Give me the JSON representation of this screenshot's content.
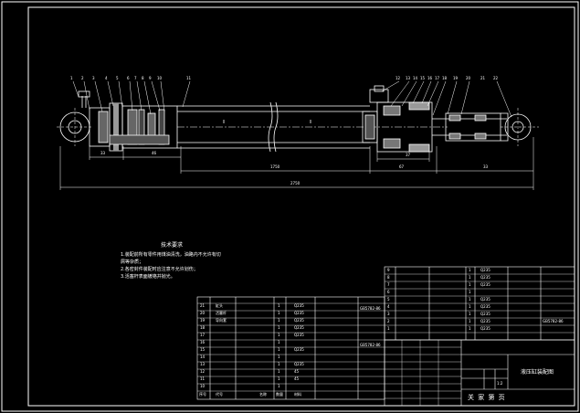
{
  "drawing": {
    "part_balloons": [
      "1",
      "2",
      "3",
      "4",
      "5",
      "6",
      "7",
      "8",
      "9",
      "10",
      "11",
      "12",
      "13",
      "14",
      "15",
      "16",
      "17",
      "18",
      "19",
      "20",
      "21",
      "22"
    ],
    "dimensions": {
      "overall_length": "2750",
      "stroke": "1750",
      "left_end": "33",
      "left_piston": "46",
      "right_section": "67",
      "right_end": "33",
      "rod_section": "37"
    }
  },
  "technical_notes": {
    "title": "技术要求",
    "lines": [
      "1.装配前所有零件用煤油清洗，油路内不允许有切",
      "  屑等杂质；",
      "2.各密封件装配时应注意不允许划伤；",
      "3.活塞杆表面镀铬并抛光。"
    ]
  },
  "bom_left": {
    "rows": [
      {
        "no": "21",
        "std": "",
        "name": "缸头",
        "qty": "1",
        "material": "Q235"
      },
      {
        "no": "20",
        "std": "",
        "name": "活塞杆",
        "qty": "1",
        "material": "Q235"
      },
      {
        "no": "19",
        "std": "",
        "name": "导向套",
        "qty": "1",
        "material": "Q235"
      },
      {
        "no": "18",
        "std": "",
        "name": "",
        "qty": "1",
        "material": "Q235"
      },
      {
        "no": "17",
        "std": "",
        "name": "",
        "qty": "1",
        "material": "Q235"
      },
      {
        "no": "16",
        "std": "",
        "name": "",
        "qty": "1",
        "material": ""
      },
      {
        "no": "15",
        "std": "",
        "name": "",
        "qty": "1",
        "material": "Q235"
      },
      {
        "no": "14",
        "std": "",
        "name": "",
        "qty": "1",
        "material": ""
      },
      {
        "no": "13",
        "std": "",
        "name": "",
        "qty": "1",
        "material": "Q235"
      },
      {
        "no": "12",
        "std": "",
        "name": "",
        "qty": "1",
        "material": "45"
      },
      {
        "no": "11",
        "std": "",
        "name": "",
        "qty": "1",
        "material": "45"
      },
      {
        "no": "10",
        "std": "",
        "name": "",
        "qty": "1",
        "material": ""
      }
    ],
    "std_codes": [
      "GB5782-86",
      "GB5782-86"
    ],
    "header": {
      "no": "序号",
      "std": "代号",
      "name": "名称",
      "qty": "数量",
      "material": "材料"
    }
  },
  "bom_right": {
    "rows": [
      {
        "no": "9",
        "name": "",
        "qty": "1",
        "material": "Q235"
      },
      {
        "no": "8",
        "name": "",
        "qty": "1",
        "material": "Q235"
      },
      {
        "no": "7",
        "name": "",
        "qty": "1",
        "material": "Q235"
      },
      {
        "no": "6",
        "name": "",
        "qty": "1",
        "material": ""
      },
      {
        "no": "5",
        "name": "",
        "qty": "1",
        "material": "Q235"
      },
      {
        "no": "4",
        "name": "",
        "qty": "1",
        "material": "Q235"
      },
      {
        "no": "3",
        "name": "",
        "qty": "1",
        "material": "Q235"
      },
      {
        "no": "2",
        "name": "",
        "qty": "1",
        "material": "Q235"
      },
      {
        "no": "1",
        "name": "",
        "qty": "1",
        "material": "Q235"
      }
    ],
    "std_code": "GB5782-86"
  },
  "title_block": {
    "drawing_name": "液压缸装配图",
    "scale": "1:2",
    "stamp": "关 家  第 页"
  }
}
